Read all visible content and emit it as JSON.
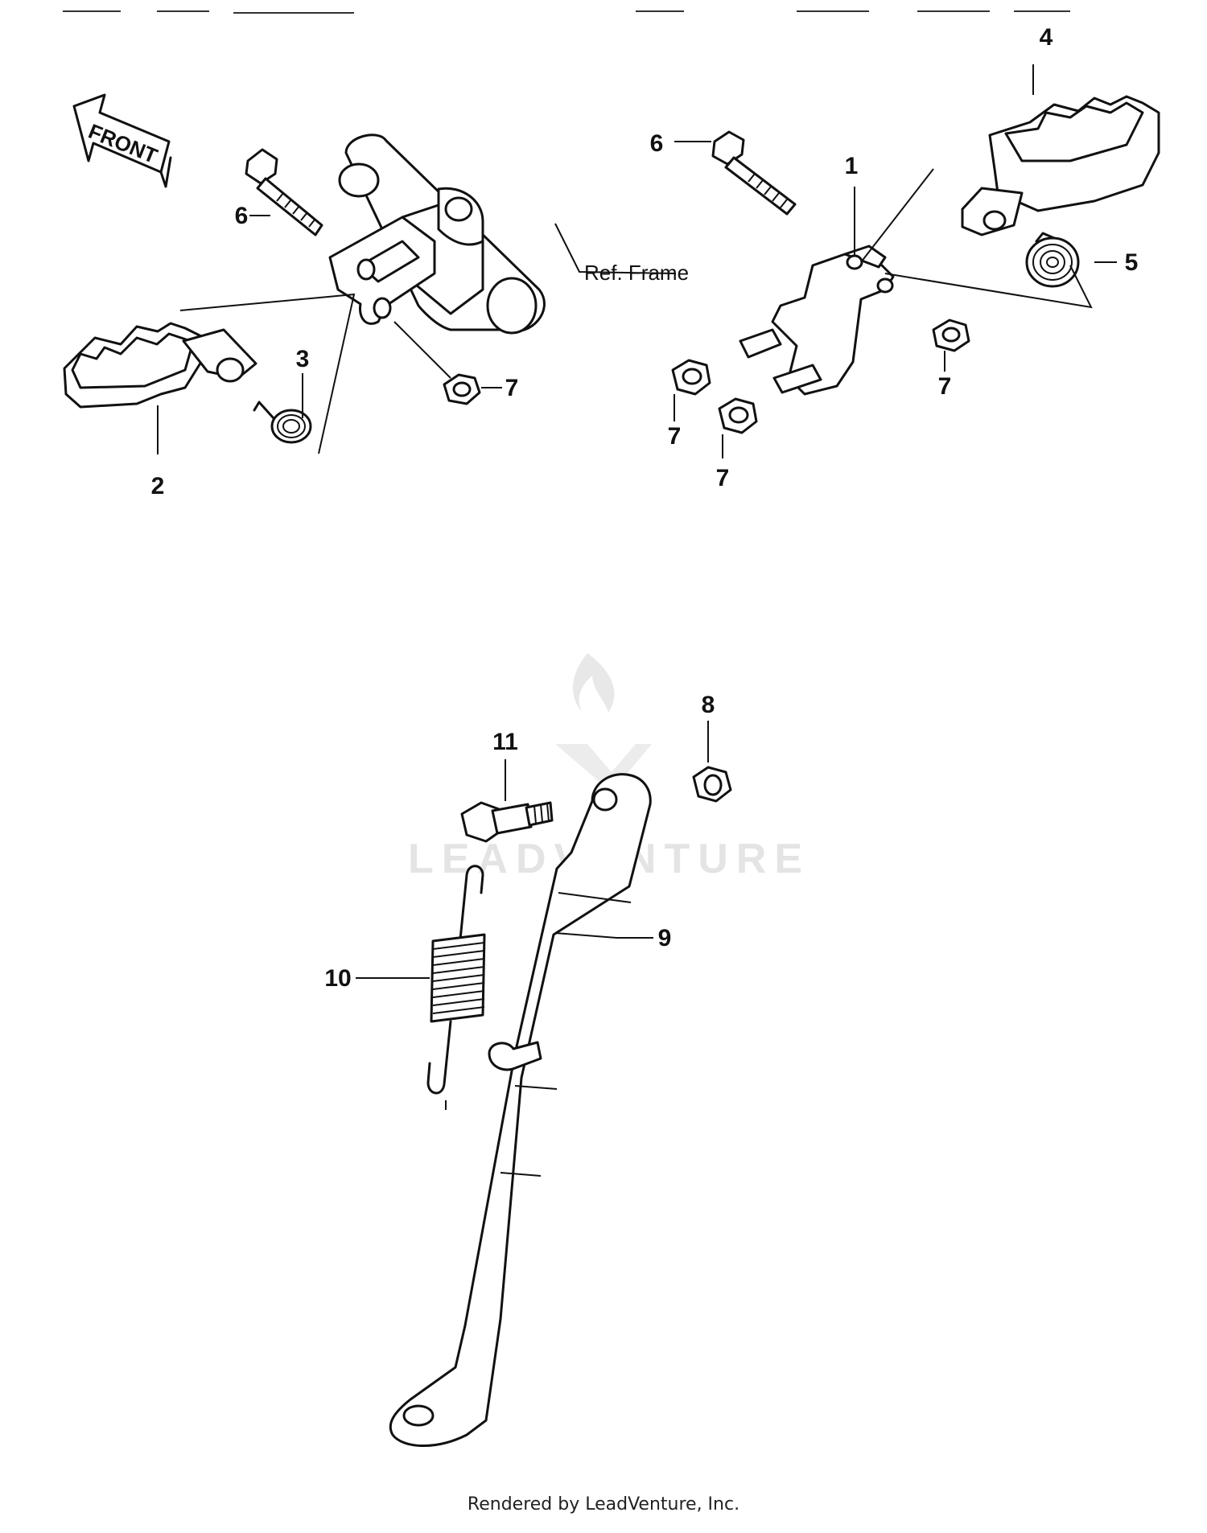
{
  "diagram": {
    "front_arrow_label": "FRONT",
    "ref_label": "Ref. Frame",
    "callouts": {
      "c1": "1",
      "c2": "2",
      "c3": "3",
      "c4": "4",
      "c5": "5",
      "c6a": "6",
      "c6b": "6",
      "c7a": "7",
      "c7b": "7",
      "c7c": "7",
      "c7d": "7",
      "c8": "8",
      "c9": "9",
      "c10": "10",
      "c11": "11"
    },
    "watermark": "LEADVENTURE"
  },
  "footer": {
    "text": "Rendered by LeadVenture, Inc."
  }
}
